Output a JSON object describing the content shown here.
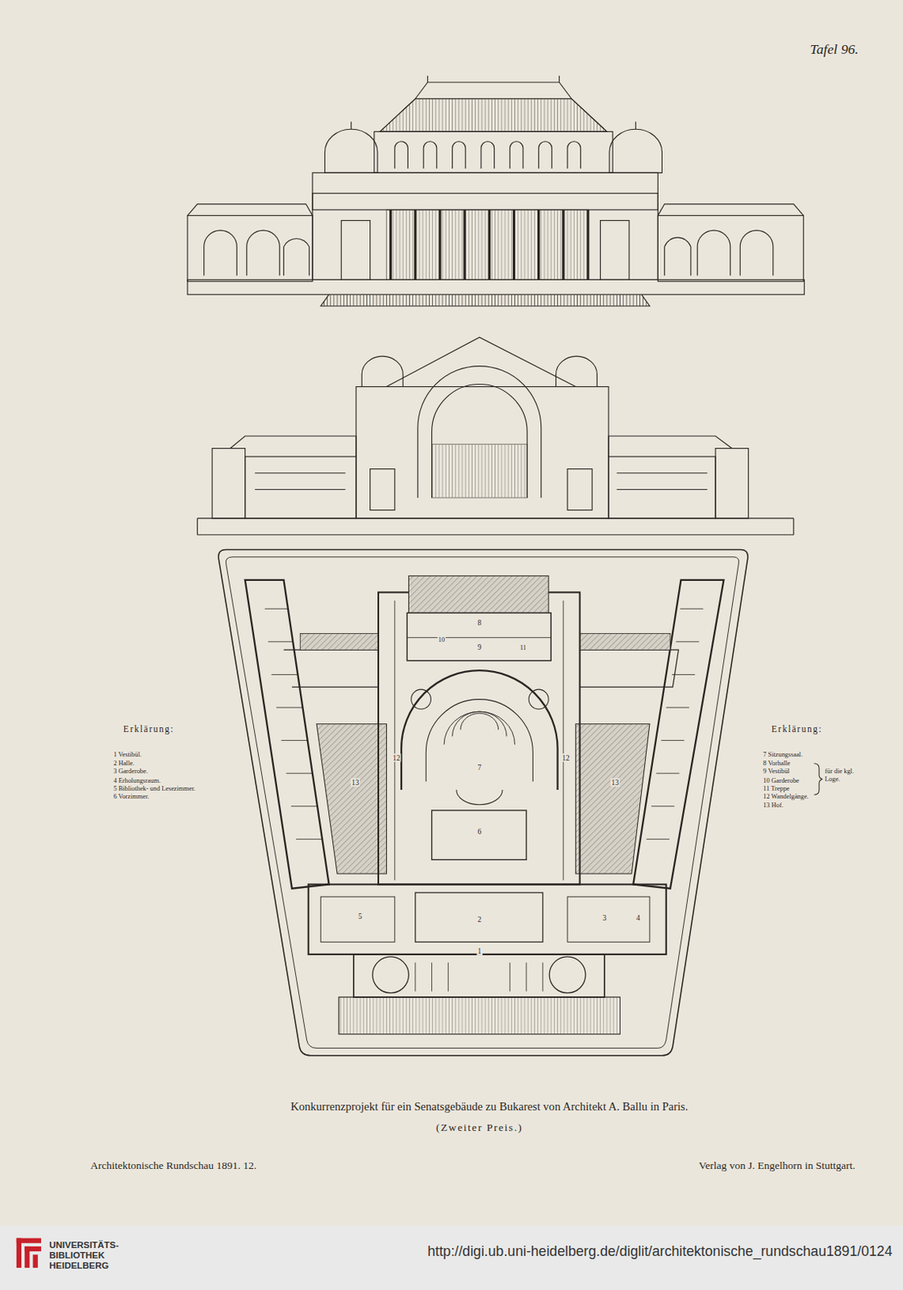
{
  "diagram": {
    "caption": "Konkurrenzprojekt für ein Senatsgebäude zu Bukarest von Architekt A. Ballu in Paris.",
    "labels": [
      "Tafel 96.",
      "Erklärung:",
      "Erklärung:",
      "für die kgl. Loge.",
      "1",
      "2",
      "3",
      "4",
      "5",
      "6",
      "7",
      "8",
      "9",
      "10",
      "11",
      "12",
      "12",
      "13",
      "13",
      "(Zweiter Preis.)",
      "Architektonische Rundschau 1891. 12.",
      "Verlag von J. Engelhorn in Stuttgart.",
      "UNIVERSITÄTS- BIBLIOTHEK HEIDELBERG",
      "http://digi.ub.uni-heidelberg.de/diglit/architektonische_rundschau1891/0124"
    ],
    "legend": [
      {
        "text": "1 Vestibül."
      },
      {
        "text": "2 Halle."
      },
      {
        "text": "3 Garderobe."
      },
      {
        "text": "4 Erholungsraum."
      },
      {
        "text": "5 Bibliothek- und Lesezimmer."
      },
      {
        "text": "6 Vorzimmer."
      },
      {
        "text": "7 Sitzungssaal."
      },
      {
        "text": "8 Vorhalle"
      },
      {
        "text": "9 Vestibül"
      },
      {
        "text": "10 Garderobe"
      },
      {
        "text": "11 Treppe"
      },
      {
        "text": "12 Wandelgänge."
      },
      {
        "text": "13 Hof."
      }
    ]
  }
}
